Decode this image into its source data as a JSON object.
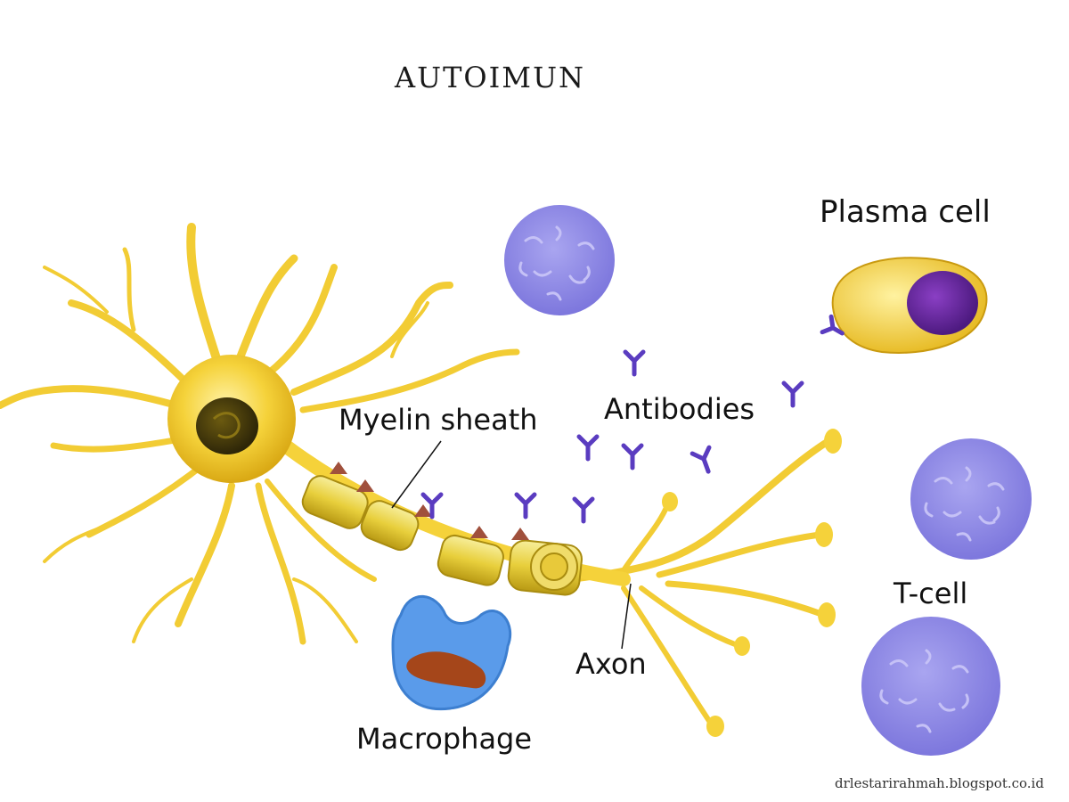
{
  "title": "AUTOIMUN",
  "labels": {
    "plasma_cell": "Plasma cell",
    "antibodies": "Antibodies",
    "myelin_sheath": "Myelin sheath",
    "t_cell": "T-cell",
    "axon": "Axon",
    "macrophage": "Macrophage"
  },
  "credit": "drlestarirahmah.blogspot.co.id",
  "colors": {
    "neuron": "#f5d23a",
    "neuron_dark": "#d9a814",
    "lymphocyte": "#8f8ae6",
    "lymphocyte_texture": "#b8b4f2",
    "antibody": "#5a3cc0",
    "plasma_nucleus": "#6a2aa0",
    "macrophage": "#4a8fe0",
    "macrophage_nucleus": "#a5461a",
    "antigen": "#9a4a3a"
  }
}
